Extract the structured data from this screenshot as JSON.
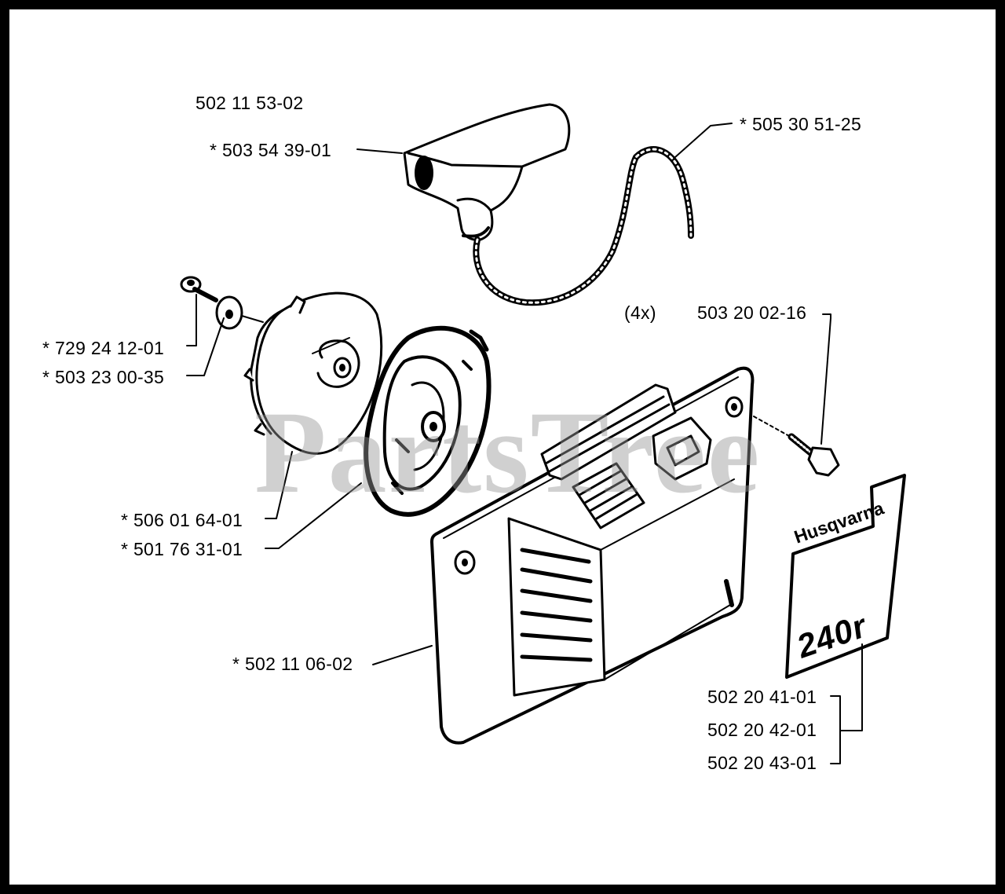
{
  "watermark": "PartsTree",
  "labels": {
    "assembly": "502 11 53-02",
    "handle": "*  503 54 39-01",
    "rope": "*  505 30 51-25",
    "screw_small": "*  729 24 12-01",
    "washer": "*  503 23 00-35",
    "pulley": "*  506 01 64-01",
    "spring": "*  501 76 31-01",
    "qty": "(4x)",
    "cover_screw": "503 20 02-16",
    "housing": "*  502 11 06-02",
    "decal_1": "502 20 41-01",
    "decal_2": "502 20 42-01",
    "decal_3": "502 20 43-01"
  },
  "decal": {
    "brand": "Husqvarna",
    "model": "240r"
  }
}
